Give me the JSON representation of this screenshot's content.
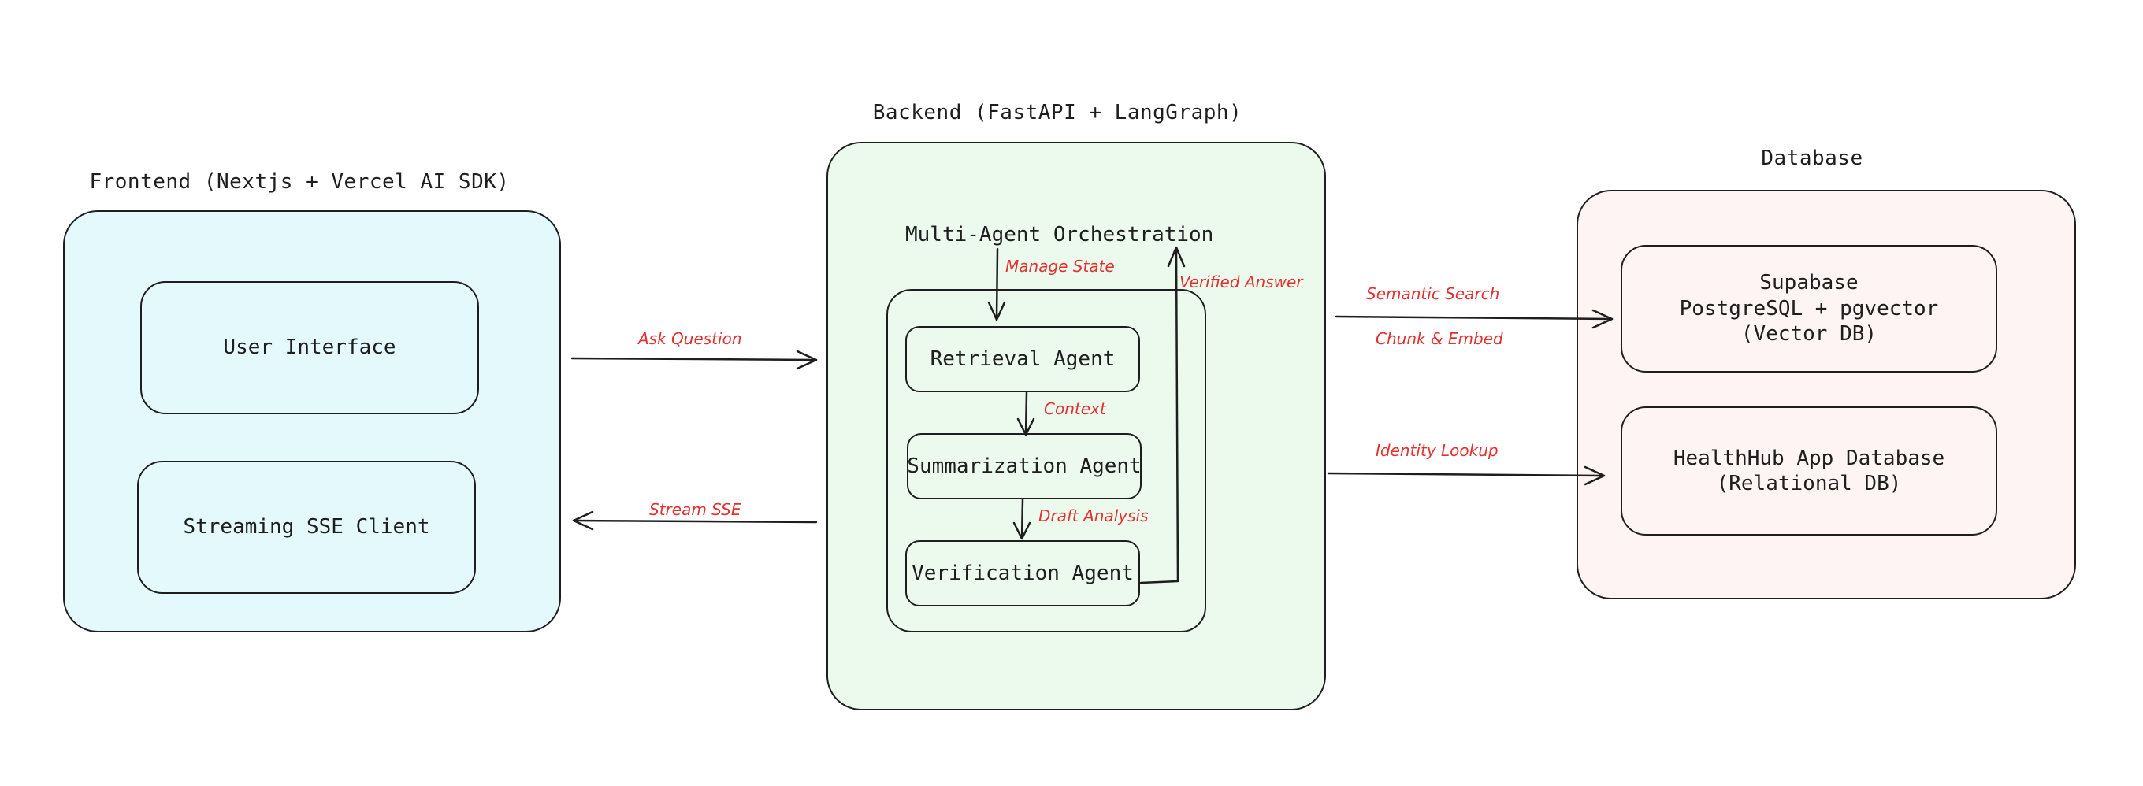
{
  "frontend": {
    "title": "Frontend (Nextjs + Vercel AI SDK)",
    "fill": "#e3f9fc",
    "boxes": {
      "ui": "User Interface",
      "sse": "Streaming SSE Client"
    }
  },
  "backend": {
    "title": "Backend (FastAPI + LangGraph)",
    "fill": "#ebfaec",
    "orchestration": "Multi-Agent Orchestration",
    "agents": {
      "retrieval": "Retrieval Agent",
      "summarization": "Summarization Agent",
      "verification": "Verification Agent"
    }
  },
  "database": {
    "title": "Database",
    "fill": "#fff4f4",
    "boxes": {
      "supabase": "Supabase\nPostgreSQL + pgvector\n(Vector DB)",
      "healthhub": "HealthHub App Database\n(Relational DB)"
    }
  },
  "edges": {
    "ask_question": "Ask Question",
    "stream_sse": "Stream SSE",
    "manage_state": "Manage State",
    "verified_answer": "Verified Answer",
    "context": "Context",
    "draft_analysis": "Draft Analysis",
    "semantic_search": "Semantic Search",
    "chunk_embed": "Chunk & Embed",
    "identity_lookup": "Identity Lookup"
  },
  "colors": {
    "stroke": "#1e1e1e",
    "edge_label": "#e03131"
  }
}
